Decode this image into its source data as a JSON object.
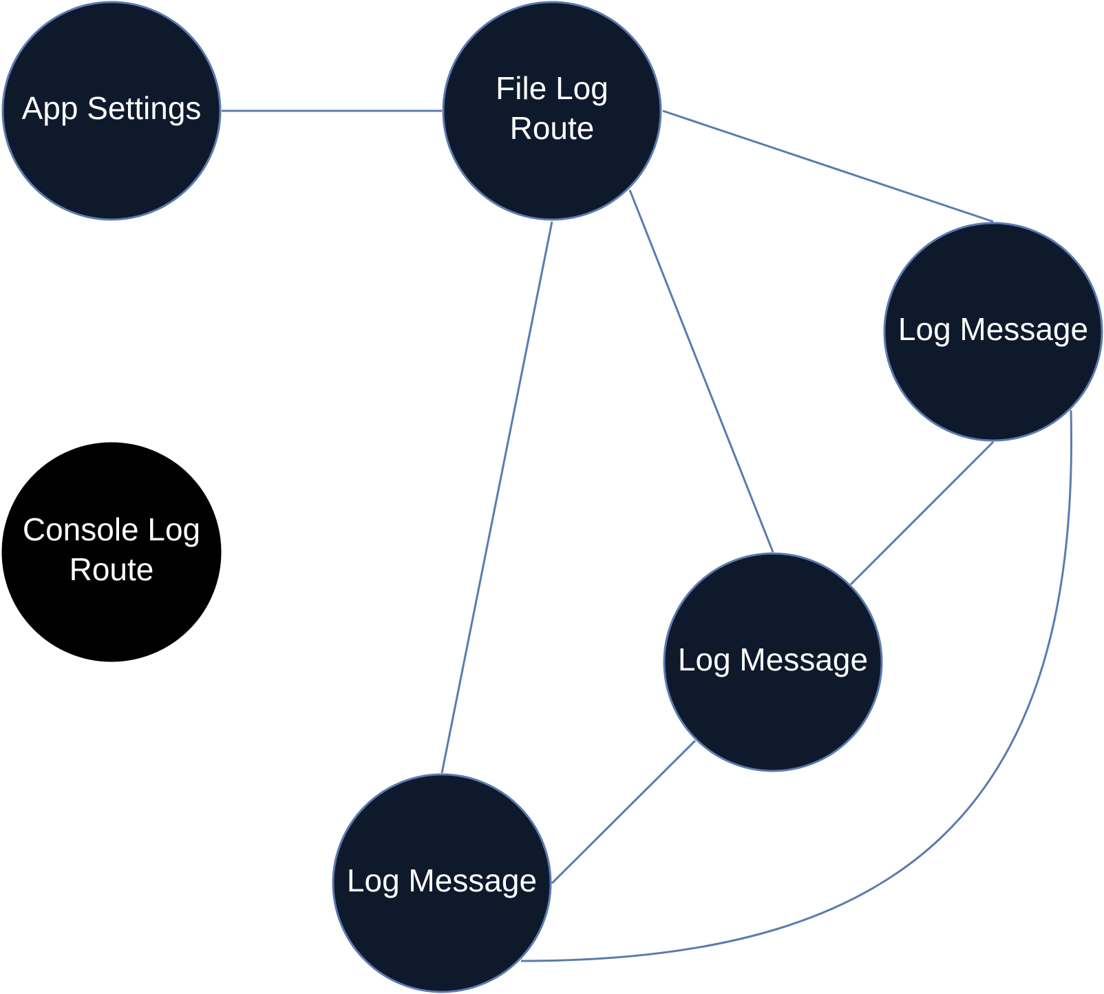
{
  "nodes": {
    "app_settings": {
      "lines": [
        "App Settings"
      ],
      "fill": "#0e1a2c",
      "stroke": "#5b7bb0"
    },
    "file_log_route": {
      "lines": [
        "File Log",
        "Route"
      ],
      "fill": "#0e1a2c",
      "stroke": "#5b7bb0"
    },
    "console_log_route": {
      "lines": [
        "Console Log",
        "Route"
      ],
      "fill": "#000000",
      "stroke": "#000000"
    },
    "log_message_1": {
      "lines": [
        "Log Message"
      ],
      "fill": "#0e1a2c",
      "stroke": "#5b7bb0"
    },
    "log_message_2": {
      "lines": [
        "Log Message"
      ],
      "fill": "#0e1a2c",
      "stroke": "#5b7bb0"
    },
    "log_message_3": {
      "lines": [
        "Log Message"
      ],
      "fill": "#0e1a2c",
      "stroke": "#5b7bb0"
    }
  },
  "edges": [
    {
      "from": "app_settings",
      "to": "file_log_route"
    },
    {
      "from": "file_log_route",
      "to": "log_message_1"
    },
    {
      "from": "file_log_route",
      "to": "log_message_2"
    },
    {
      "from": "file_log_route",
      "to": "log_message_3"
    },
    {
      "from": "log_message_1",
      "to": "log_message_2"
    },
    {
      "from": "log_message_2",
      "to": "log_message_3"
    },
    {
      "from": "log_message_1",
      "to": "log_message_3"
    }
  ],
  "colors": {
    "edge": "#5b7bb0",
    "background": "#ffffff"
  }
}
